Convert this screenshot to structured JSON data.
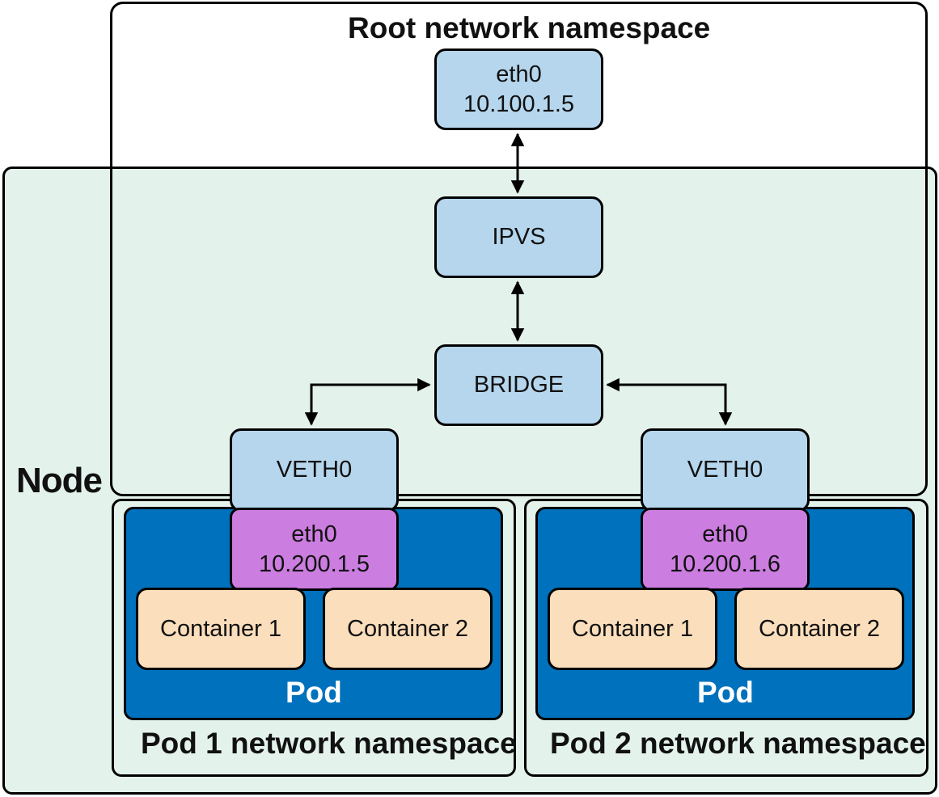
{
  "root_namespace": {
    "title": "Root network namespace",
    "eth0": {
      "name": "eth0",
      "ip": "10.100.1.5"
    }
  },
  "node": {
    "label": "Node"
  },
  "ipvs": {
    "label": "IPVS"
  },
  "bridge": {
    "label": "BRIDGE"
  },
  "pods": [
    {
      "veth": "VETH0",
      "eth0": {
        "name": "eth0",
        "ip": "10.200.1.5"
      },
      "containers": [
        "Container 1",
        "Container 2"
      ],
      "pod_label": "Pod",
      "namespace_label": "Pod 1 network namespace"
    },
    {
      "veth": "VETH0",
      "eth0": {
        "name": "eth0",
        "ip": "10.200.1.6"
      },
      "containers": [
        "Container 1",
        "Container 2"
      ],
      "pod_label": "Pod",
      "namespace_label": "Pod 2 network namespace"
    }
  ],
  "colors": {
    "node_bg": "#e4f2ec",
    "interface_blue": "#b5d6ed",
    "pod_blue": "#0071bc",
    "pod_eth": "#cc7de0",
    "container": "#fbdebc"
  }
}
